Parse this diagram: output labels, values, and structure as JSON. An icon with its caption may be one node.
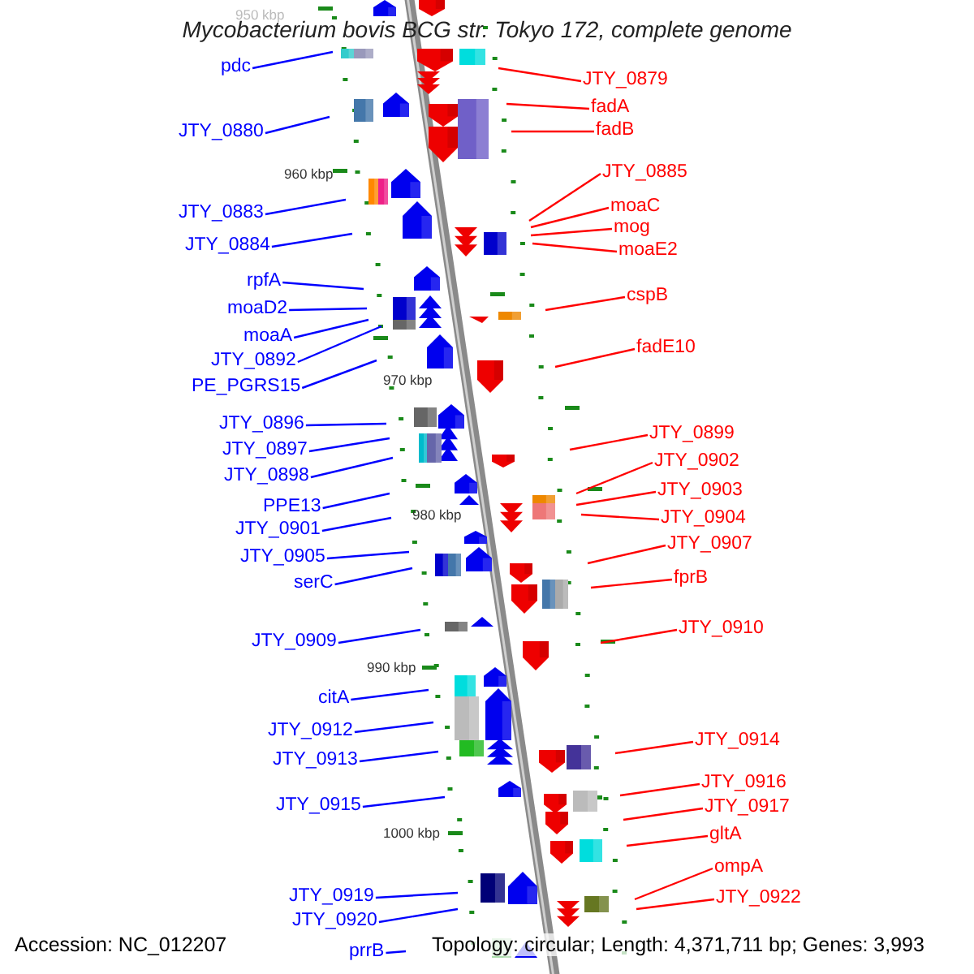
{
  "diagram": {
    "title": "Mycobacterium bovis BCG str. Tokyo 172, complete genome",
    "nodes": [
      {
        "text": [
          "pdc"
        ]
      },
      {
        "text": [
          "JTY_0880"
        ]
      },
      {
        "text": [
          "JTY_0883"
        ]
      },
      {
        "text": [
          "JTY_0884"
        ]
      },
      {
        "text": [
          "rpfA"
        ]
      },
      {
        "text": [
          "moaD2"
        ]
      },
      {
        "text": [
          "moaA"
        ]
      },
      {
        "text": [
          "JTY_0892"
        ]
      },
      {
        "text": [
          "PE_PGRS15"
        ]
      },
      {
        "text": [
          "JTY_0896"
        ]
      },
      {
        "text": [
          "JTY_0897"
        ]
      },
      {
        "text": [
          "JTY_0898"
        ]
      },
      {
        "text": [
          "PPE13"
        ]
      },
      {
        "text": [
          "JTY_0901"
        ]
      },
      {
        "text": [
          "JTY_0905"
        ]
      },
      {
        "text": [
          "serC"
        ]
      },
      {
        "text": [
          "JTY_0909"
        ]
      },
      {
        "text": [
          "citA"
        ]
      },
      {
        "text": [
          "JTY_0912"
        ]
      },
      {
        "text": [
          "JTY_0913"
        ]
      },
      {
        "text": [
          "JTY_0915"
        ]
      },
      {
        "text": [
          "JTY_0919"
        ]
      },
      {
        "text": [
          "JTY_0920"
        ]
      },
      {
        "text": [
          "prrB"
        ]
      },
      {
        "text": [
          "JTY_0879"
        ]
      },
      {
        "text": [
          "fadA"
        ]
      },
      {
        "text": [
          "fadB"
        ]
      },
      {
        "text": [
          "JTY_0885"
        ]
      },
      {
        "text": [
          "moaC"
        ]
      },
      {
        "text": [
          "mog"
        ]
      },
      {
        "text": [
          "moaE2"
        ]
      },
      {
        "text": [
          "cspB"
        ]
      },
      {
        "text": [
          "fadE10"
        ]
      },
      {
        "text": [
          "JTY_0899"
        ]
      },
      {
        "text": [
          "JTY_0902"
        ]
      },
      {
        "text": [
          "JTY_0903"
        ]
      },
      {
        "text": [
          "JTY_0904"
        ]
      },
      {
        "text": [
          "JTY_0907"
        ]
      },
      {
        "text": [
          "fprB"
        ]
      },
      {
        "text": [
          "JTY_0910"
        ]
      },
      {
        "text": [
          "JTY_0914"
        ]
      },
      {
        "text": [
          "JTY_0916"
        ]
      },
      {
        "text": [
          "JTY_0917"
        ]
      },
      {
        "text": [
          "gltA"
        ]
      },
      {
        "text": [
          "ompA"
        ]
      },
      {
        "text": [
          "JTY_0922"
        ]
      }
    ],
    "edges": [
      {
        "from": 0,
        "to": null,
        "arrow": "none",
        "color": "#0000ff"
      },
      {
        "from": 1,
        "to": null,
        "arrow": "none",
        "color": "#0000ff"
      },
      {
        "from": 2,
        "to": null,
        "arrow": "none",
        "color": "#0000ff"
      },
      {
        "from": 3,
        "to": null,
        "arrow": "none",
        "color": "#0000ff"
      },
      {
        "from": 4,
        "to": null,
        "arrow": "none",
        "color": "#0000ff"
      },
      {
        "from": 5,
        "to": null,
        "arrow": "none",
        "color": "#0000ff"
      },
      {
        "from": 6,
        "to": null,
        "arrow": "none",
        "color": "#0000ff"
      },
      {
        "from": 7,
        "to": null,
        "arrow": "none",
        "color": "#0000ff"
      },
      {
        "from": 8,
        "to": null,
        "arrow": "none",
        "color": "#0000ff"
      },
      {
        "from": 9,
        "to": null,
        "arrow": "none",
        "color": "#0000ff"
      },
      {
        "from": 10,
        "to": null,
        "arrow": "none",
        "color": "#0000ff"
      },
      {
        "from": 11,
        "to": null,
        "arrow": "none",
        "color": "#0000ff"
      },
      {
        "from": 12,
        "to": null,
        "arrow": "none",
        "color": "#0000ff"
      },
      {
        "from": 13,
        "to": null,
        "arrow": "none",
        "color": "#0000ff"
      },
      {
        "from": 14,
        "to": null,
        "arrow": "none",
        "color": "#0000ff"
      },
      {
        "from": 15,
        "to": null,
        "arrow": "none",
        "color": "#0000ff"
      },
      {
        "from": 16,
        "to": null,
        "arrow": "none",
        "color": "#0000ff"
      },
      {
        "from": 17,
        "to": null,
        "arrow": "none",
        "color": "#0000ff"
      },
      {
        "from": 18,
        "to": null,
        "arrow": "none",
        "color": "#0000ff"
      },
      {
        "from": 19,
        "to": null,
        "arrow": "none",
        "color": "#0000ff"
      },
      {
        "from": 20,
        "to": null,
        "arrow": "none",
        "color": "#0000ff"
      },
      {
        "from": 21,
        "to": null,
        "arrow": "none",
        "color": "#0000ff"
      },
      {
        "from": 22,
        "to": null,
        "arrow": "none",
        "color": "#0000ff"
      },
      {
        "from": 23,
        "to": null,
        "arrow": "none",
        "color": "#0000ff"
      },
      {
        "from": 24,
        "to": null,
        "arrow": "none",
        "color": "#ff0000"
      },
      {
        "from": 25,
        "to": null,
        "arrow": "none",
        "color": "#ff0000"
      },
      {
        "from": 26,
        "to": null,
        "arrow": "none",
        "color": "#ff0000"
      },
      {
        "from": 27,
        "to": null,
        "arrow": "none",
        "color": "#ff0000"
      },
      {
        "from": 28,
        "to": null,
        "arrow": "none",
        "color": "#ff0000"
      },
      {
        "from": 29,
        "to": null,
        "arrow": "none",
        "color": "#ff0000"
      },
      {
        "from": 30,
        "to": null,
        "arrow": "none",
        "color": "#ff0000"
      },
      {
        "from": 31,
        "to": null,
        "arrow": "none",
        "color": "#ff0000"
      },
      {
        "from": 32,
        "to": null,
        "arrow": "none",
        "color": "#ff0000"
      },
      {
        "from": 33,
        "to": null,
        "arrow": "none",
        "color": "#ff0000"
      },
      {
        "from": 34,
        "to": null,
        "arrow": "none",
        "color": "#ff0000"
      },
      {
        "from": 35,
        "to": null,
        "arrow": "none",
        "color": "#ff0000"
      },
      {
        "from": 36,
        "to": null,
        "arrow": "none",
        "color": "#ff0000"
      },
      {
        "from": 37,
        "to": null,
        "arrow": "none",
        "color": "#ff0000"
      },
      {
        "from": 38,
        "to": null,
        "arrow": "none",
        "color": "#ff0000"
      },
      {
        "from": 39,
        "to": null,
        "arrow": "none",
        "color": "#ff0000"
      },
      {
        "from": 40,
        "to": null,
        "arrow": "none",
        "color": "#ff0000"
      },
      {
        "from": 41,
        "to": null,
        "arrow": "none",
        "color": "#ff0000"
      },
      {
        "from": 42,
        "to": null,
        "arrow": "none",
        "color": "#ff0000"
      },
      {
        "from": 43,
        "to": null,
        "arrow": "none",
        "color": "#ff0000"
      },
      {
        "from": 44,
        "to": null,
        "arrow": "none",
        "color": "#ff0000"
      },
      {
        "from": 45,
        "to": null,
        "arrow": "none",
        "color": "#ff0000"
      }
    ],
    "labels": [
      "950 kbp",
      "960 kbp",
      "970 kbp",
      "980 kbp",
      "990 kbp",
      "1000 kbp",
      "Accession: NC_012207",
      "Topology: circular; Length: 4,371,711 bp; Genes: 3,993"
    ]
  }
}
